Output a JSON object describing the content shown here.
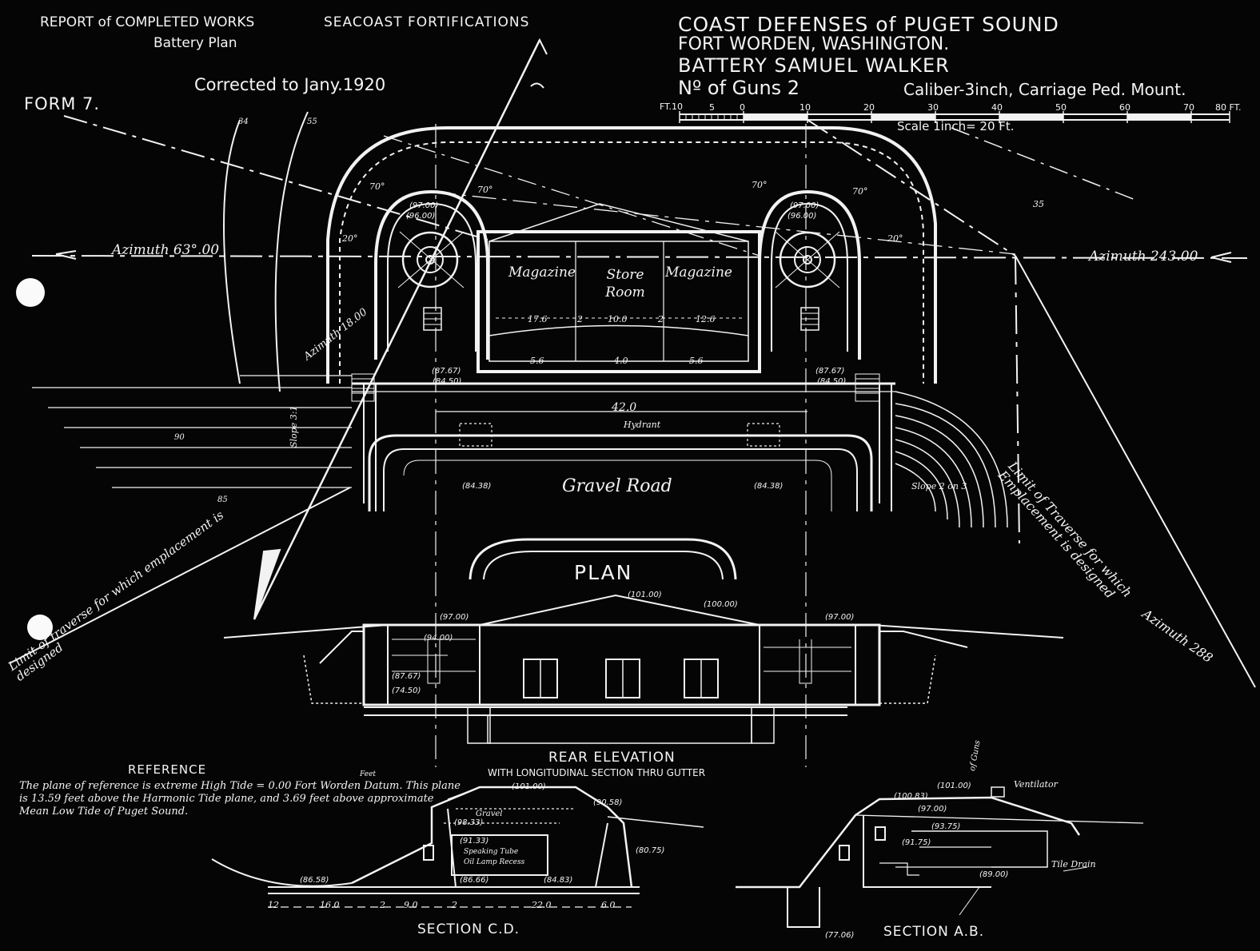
{
  "header": {
    "report_line": "REPORT of COMPLETED WORKS",
    "seacoast": "SEACOAST FORTIFICATIONS",
    "battery_plan": "Battery Plan",
    "corrected": "Corrected to Jany.1920",
    "form": "FORM 7.",
    "title": "COAST DEFENSES of PUGET SOUND",
    "fort": "FORT WORDEN, WASHINGTON.",
    "battery": "BATTERY SAMUEL WALKER",
    "guns": "Nº of Guns 2",
    "caliber": "Caliber-3inch, Carriage Ped. Mount.",
    "scale": "Scale 1inch= 20 Ft.",
    "scale_ft": "FT.10",
    "scale_ticks": [
      "5",
      "0",
      "10",
      "20",
      "30",
      "40",
      "50",
      "60",
      "70",
      "80 FT."
    ]
  },
  "plan": {
    "label": "PLAN",
    "azimuth_left": "Azimuth 63°.00",
    "azimuth_right": "Azimuth 243.00",
    "azimuth_low_left": "Azimuth 18.00",
    "azimuth_low_right": "Azimuth 288",
    "magazine_left": "Magazine",
    "store_room": "Store Room",
    "magazine_right": "Magazine",
    "gravel_road": "Gravel Road",
    "hydrant": "Hydrant",
    "limit_left": "Limit of traverse for which emplacement is designed",
    "limit_right": "Limit of Traverse for which Emplacement is designed",
    "slope_left": "Slope 3:1",
    "slope_right": "Slope 2 on 3",
    "dimension_42": "42.0",
    "dimension_row": [
      "17.6",
      "2",
      "10.0",
      "2",
      "12.6"
    ],
    "dim_lower": [
      "5.6",
      "4.0",
      "5.6"
    ],
    "elevations": [
      "(97.00)",
      "(96.00)",
      "(97.00)",
      "(96.00)",
      "(87.67)",
      "(84.50)",
      "(87.67)",
      "(84.50)",
      "(84.38)",
      "(84.38)"
    ],
    "degree_marks": [
      "70°",
      "70°",
      "70°",
      "70°",
      "20°",
      "20°"
    ],
    "arc_marks": [
      "34",
      "55",
      "35"
    ],
    "contours": [
      "90",
      "85"
    ]
  },
  "elevation": {
    "title": "REAR ELEVATION",
    "subtitle": "WITH LONGITUDINAL SECTION THRU GUTTER",
    "marks": [
      "(97.00)",
      "(101.00)",
      "(100.00)",
      "(97.00)",
      "(94.00)",
      "(87.67)",
      "(74.50)"
    ]
  },
  "reference": {
    "heading": "REFERENCE",
    "feet": "Feet",
    "text": "The plane of reference is extreme High Tide = 0.00 Fort Worden Datum. This plane is 13.59 feet above the Harmonic Tide plane, and 3.69 feet above approximate Mean Low Tide of Puget Sound."
  },
  "section_cd": {
    "title": "SECTION C.D.",
    "labels": [
      "Gravel",
      "Speaking Tube",
      "Oil Lamp Recess"
    ],
    "marks": [
      "(101.00)",
      "(90.58)",
      "(98.33)",
      "(91.33)",
      "(86.66)",
      "(84.83)",
      "(80.75)",
      "(86.58)"
    ],
    "dims": [
      "12",
      "16.0",
      "2",
      "9.0",
      "2",
      "22.0",
      "6.0"
    ]
  },
  "section_ab": {
    "title": "SECTION A.B.",
    "labels": [
      "Ventilator",
      "Tile Drain",
      "of Guns"
    ],
    "marks": [
      "(101.00)",
      "(100.83)",
      "(97.00)",
      "(93.75)",
      "(91.75)",
      "(89.00)",
      "(77.06)"
    ]
  }
}
